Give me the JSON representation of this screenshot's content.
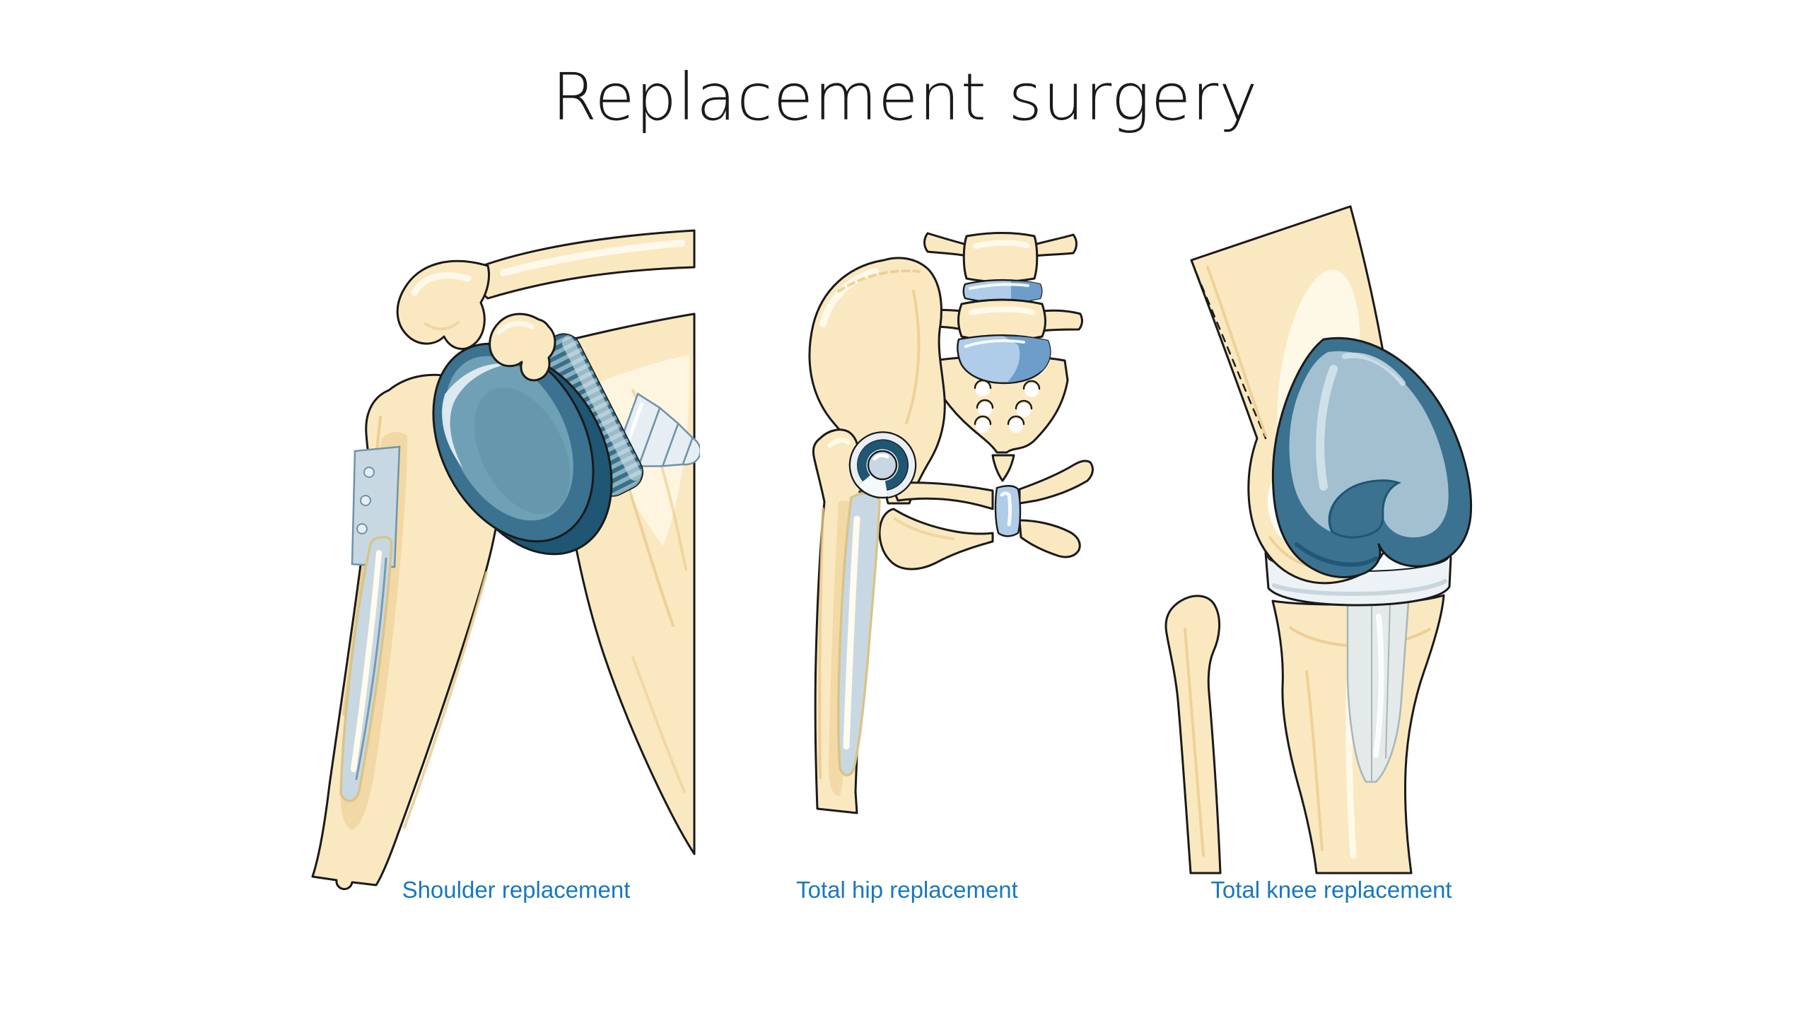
{
  "title": "Replacement surgery",
  "figures": [
    {
      "id": "shoulder",
      "label": "Shoulder replacement"
    },
    {
      "id": "hip",
      "label": "Total hip replacement"
    },
    {
      "id": "knee",
      "label": "Total knee replacement"
    }
  ],
  "colors": {
    "bg": "#FFFFFF",
    "title_color": "#1A1A1A",
    "label_blue": "#1878BE",
    "outline": "#1A1A1A",
    "bone": "#FAE8C0",
    "bone_shade": "#F2D6A0",
    "bone_deep": "#E9C888",
    "bone_hi": "#FFFBEF",
    "teal_dark": "#1E5674",
    "teal": "#3A7290",
    "teal_light": "#6FA0B6",
    "teal_face": "#A3C0D1",
    "gloss": "#D3E2EA",
    "steel": "#C8D8E3",
    "steel_hi": "#E6EEF3",
    "steel_edge": "#6E93A9",
    "disc": "#AFCCE8",
    "disc_deep": "#6D9ECB",
    "tray": "#EDF2F6",
    "tray_shadow": "#C8D5DD",
    "keel": "#E4E9E9",
    "keel_line": "#A9B5B8",
    "cement": "#D8C489"
  }
}
